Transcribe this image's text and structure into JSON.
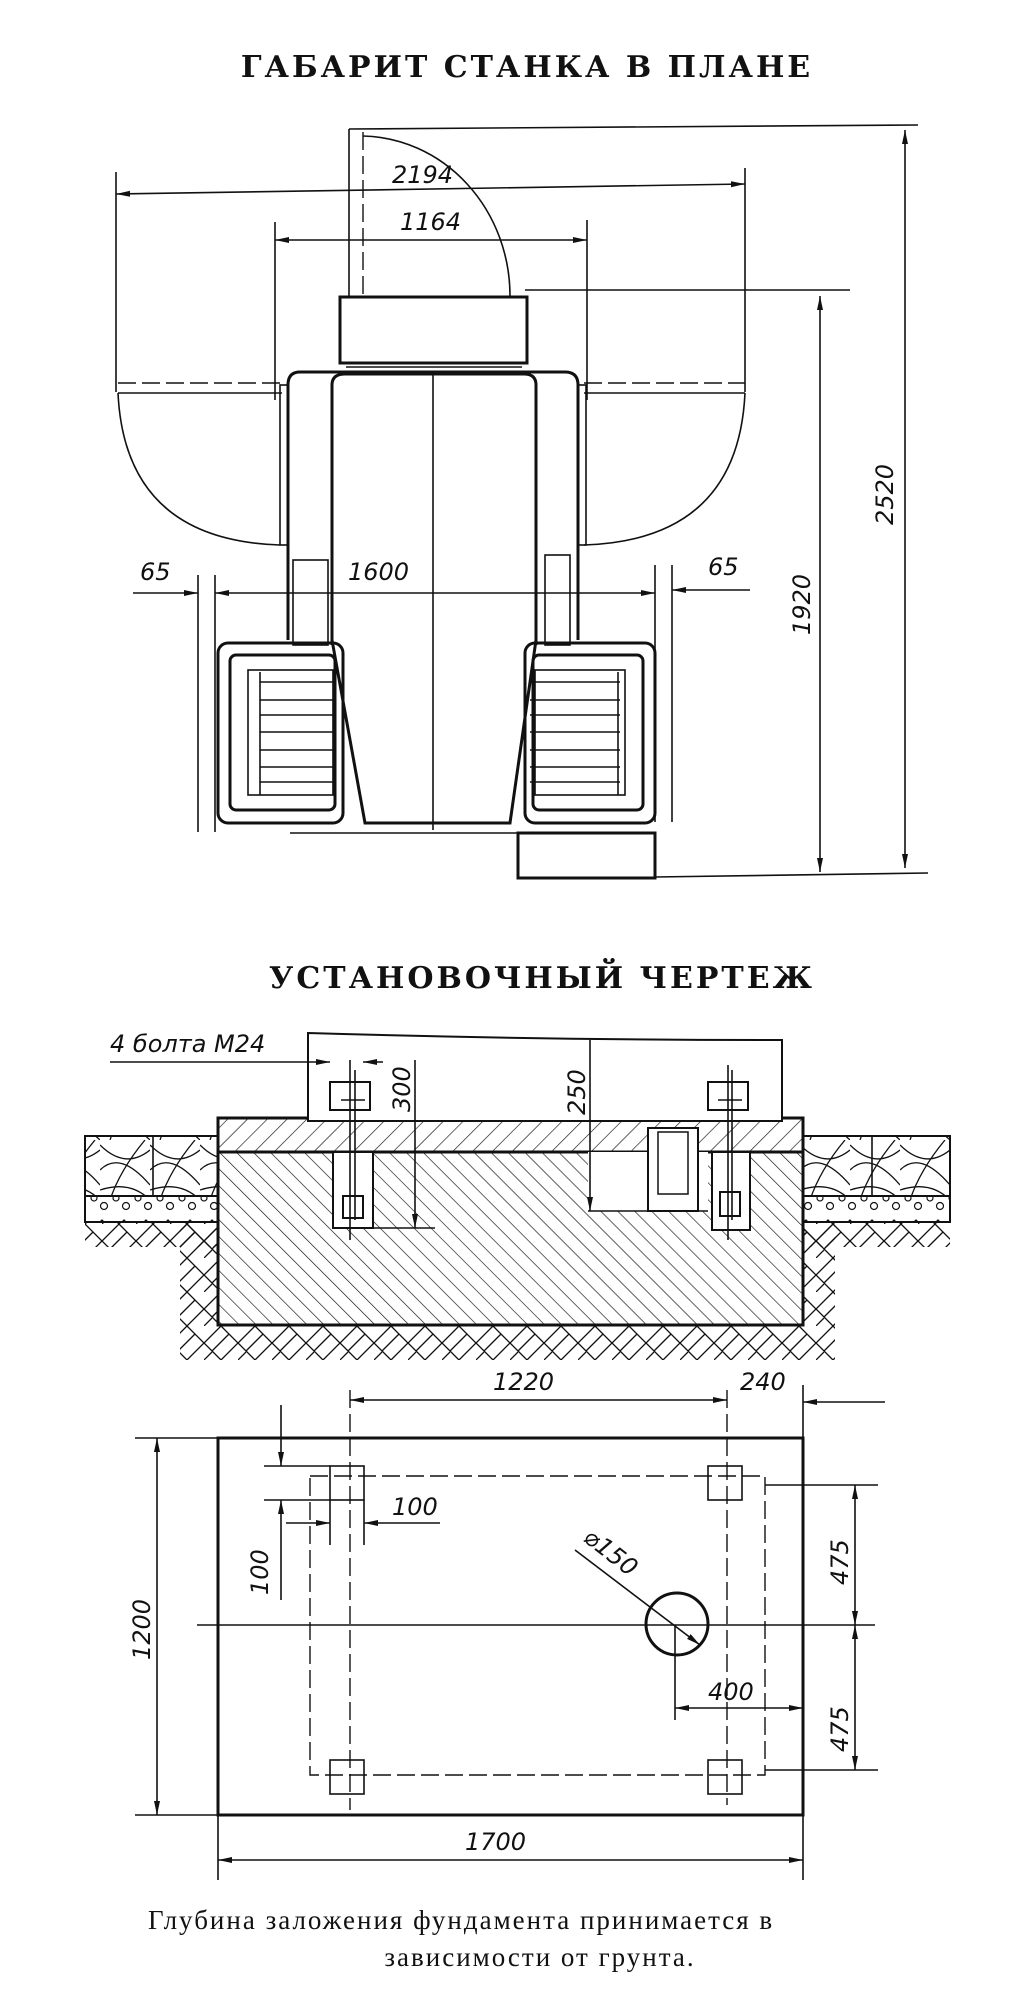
{
  "plan_view": {
    "title": "ГАБАРИТ СТАНКА В ПЛАНЕ",
    "dimensions": {
      "d2194": "2194",
      "d1164": "1164",
      "d1600": "1600",
      "d65_left": "65",
      "d65_right": "65",
      "d1920": "1920",
      "d2520": "2520"
    }
  },
  "installation": {
    "title": "УСТАНОВОЧНЫЙ ЧЕРТЕЖ",
    "bolts_label": "4 болта М24",
    "dimensions": {
      "d300": "300",
      "d250": "250",
      "d1220": "1220",
      "d240": "240",
      "d100_h": "100",
      "d100_v": "100",
      "d150": "⌀150",
      "d1200": "1200",
      "d475_top": "475",
      "d475_bottom": "475",
      "d400": "400",
      "d1700": "1700"
    }
  },
  "caption": {
    "line1": "Глубина заложения фундамента принимается в",
    "line2": "зависимости от грунта."
  }
}
